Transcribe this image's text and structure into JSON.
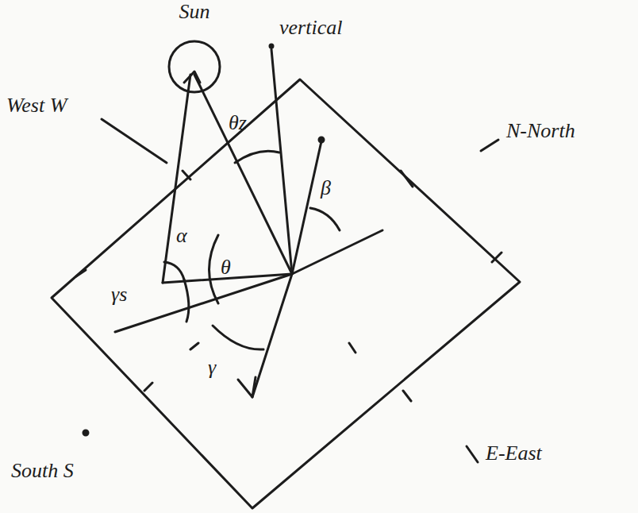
{
  "diagram": {
    "nodes": [
      {
        "text": [
          "Sun"
        ]
      }
    ],
    "labels": [
      "vertical",
      "θz",
      "θ",
      "α",
      "β",
      "γs",
      "γ",
      "West W",
      "N-North",
      "E-East",
      "South S"
    ]
  }
}
